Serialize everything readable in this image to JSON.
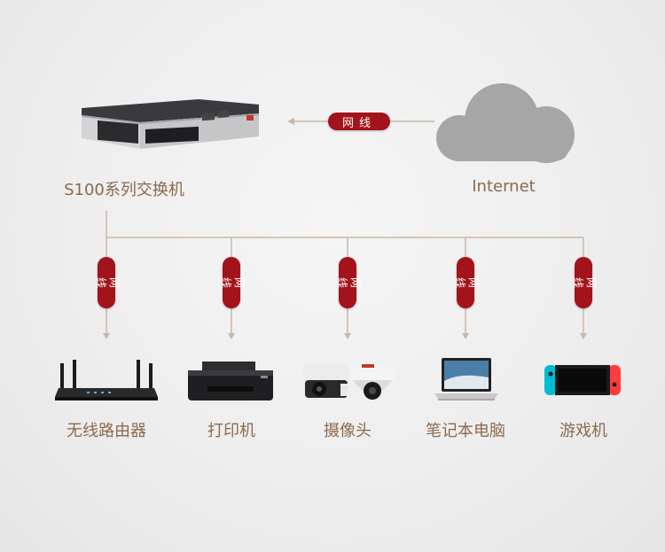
{
  "source": {
    "label": "S100系列交换机"
  },
  "internet": {
    "label": "Internet"
  },
  "cable_label": "网线",
  "devices": [
    {
      "label": "无线路由器"
    },
    {
      "label": "打印机"
    },
    {
      "label": "摄像头"
    },
    {
      "label": "笔记本电脑"
    },
    {
      "label": "游戏机"
    }
  ],
  "colors": {
    "pill": "#a3131b",
    "line": "#c7b8a8",
    "text": "#8a6a4e"
  }
}
